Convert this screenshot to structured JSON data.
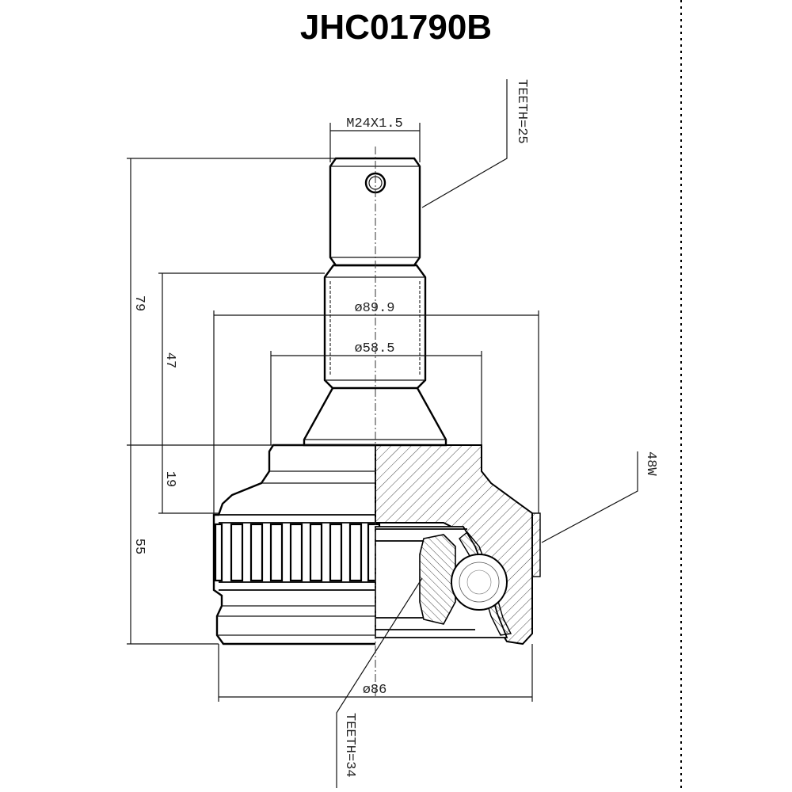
{
  "title": "JHC01790B",
  "labels": {
    "thread": "M24X1.5",
    "teeth_top": "TEETH=25",
    "dia_89": "ø89.9",
    "dia_58": "ø58.5",
    "dia_86": "ø86",
    "dim_79": "79",
    "dim_47": "47",
    "dim_19": "19",
    "dim_55": "55",
    "width_48": "48W",
    "teeth_bottom": "TEETH=34"
  }
}
